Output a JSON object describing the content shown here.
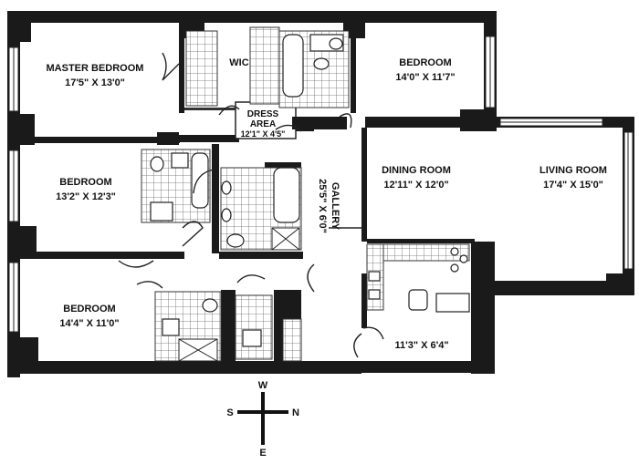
{
  "rooms": {
    "master_bedroom": {
      "name": "MASTER BEDROOM",
      "dims": "17'5\" X 13'0\""
    },
    "wic": {
      "name": "WIC"
    },
    "dress_area": {
      "name1": "DRESS",
      "name2": "AREA",
      "dims": "12'1\" X 4'5\""
    },
    "bedroom_ne": {
      "name": "BEDROOM",
      "dims": "14'0\" X 11'7\""
    },
    "bedroom_mid": {
      "name": "BEDROOM",
      "dims": "13'2\" X 12'3\""
    },
    "bedroom_sw": {
      "name": "BEDROOM",
      "dims": "14'4\" X 11'0\""
    },
    "gallery": {
      "name": "GALLERY",
      "dims": "25'5\" X 6'0\""
    },
    "dining_room": {
      "name": "DINING ROOM",
      "dims": "12'11\" X 12'0\""
    },
    "living_room": {
      "name": "LIVING ROOM",
      "dims": "17'4\" X 15'0\""
    },
    "kitchen": {
      "dims": "11'3\" X 6'4\""
    }
  },
  "compass": {
    "north": "N",
    "south": "S",
    "east": "E",
    "west": "W"
  }
}
